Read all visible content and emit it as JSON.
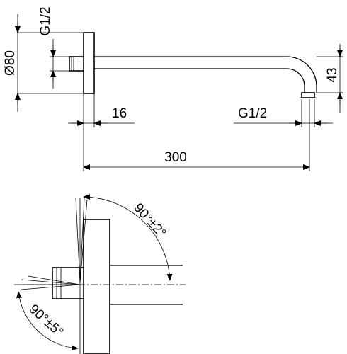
{
  "dimensions": {
    "diameter_flange": "Ø80",
    "thread_wall": "G1/2",
    "flange_offset": "16",
    "thread_outlet": "G1/2",
    "drop_height": "43",
    "arm_length": "300"
  },
  "angles": {
    "upper_tolerance": "90°±2°",
    "lower_tolerance": "90°±5°"
  }
}
